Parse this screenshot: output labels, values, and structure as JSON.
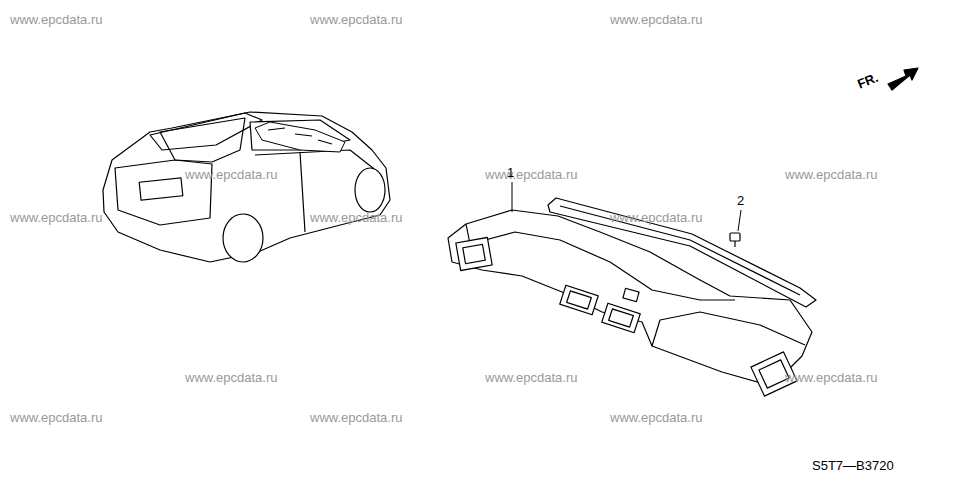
{
  "diagram": {
    "labels": [
      "www.epcdata.ru",
      "www.epcdata.ru",
      "www.epcdata.ru",
      "www.epcdata.ru",
      "www.epcdata.ru",
      "www.epcdata.ru",
      "www.epcdata.ru",
      "www.epcdata.ru",
      "www.epcdata.ru",
      "www.epcdata.ru",
      "www.epcdata.ru",
      "www.epcdata.ru",
      "www.epcdata.ru",
      "www.epcdata.ru",
      "www.epcdata.ru",
      "1",
      "2",
      "FR.",
      "S5T7—B3720"
    ]
  }
}
